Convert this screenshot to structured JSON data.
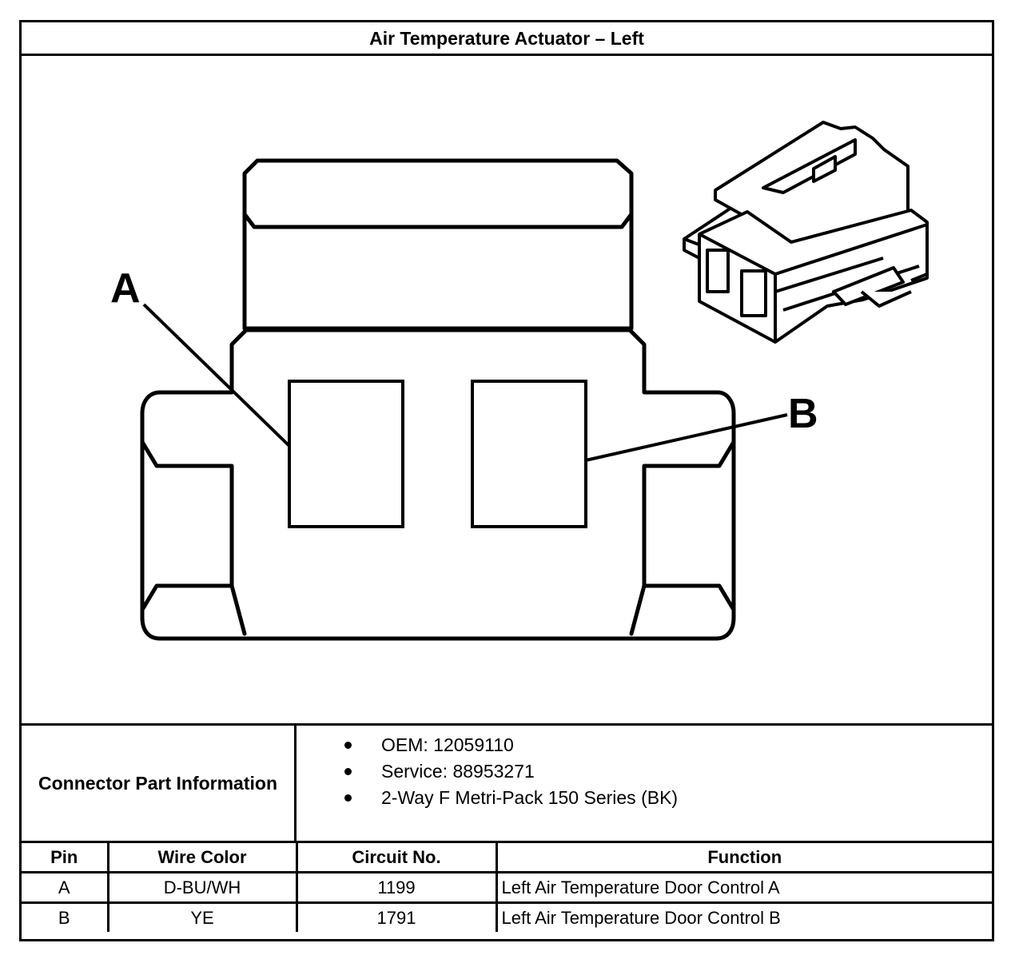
{
  "title": "Air Temperature Actuator – Left",
  "diagram": {
    "callouts": [
      "A",
      "B"
    ]
  },
  "connector_info": {
    "label": "Connector Part Information",
    "items": [
      "OEM: 12059110",
      "Service: 88953271",
      "2-Way F Metri-Pack 150 Series (BK)"
    ]
  },
  "pin_table": {
    "headers": [
      "Pin",
      "Wire Color",
      "Circuit No.",
      "Function"
    ],
    "rows": [
      {
        "pin": "A",
        "wire_color": "D-BU/WH",
        "circuit": "1199",
        "function": "Left Air Temperature Door Control A"
      },
      {
        "pin": "B",
        "wire_color": "YE",
        "circuit": "1791",
        "function": "Left Air Temperature Door Control B"
      }
    ]
  }
}
